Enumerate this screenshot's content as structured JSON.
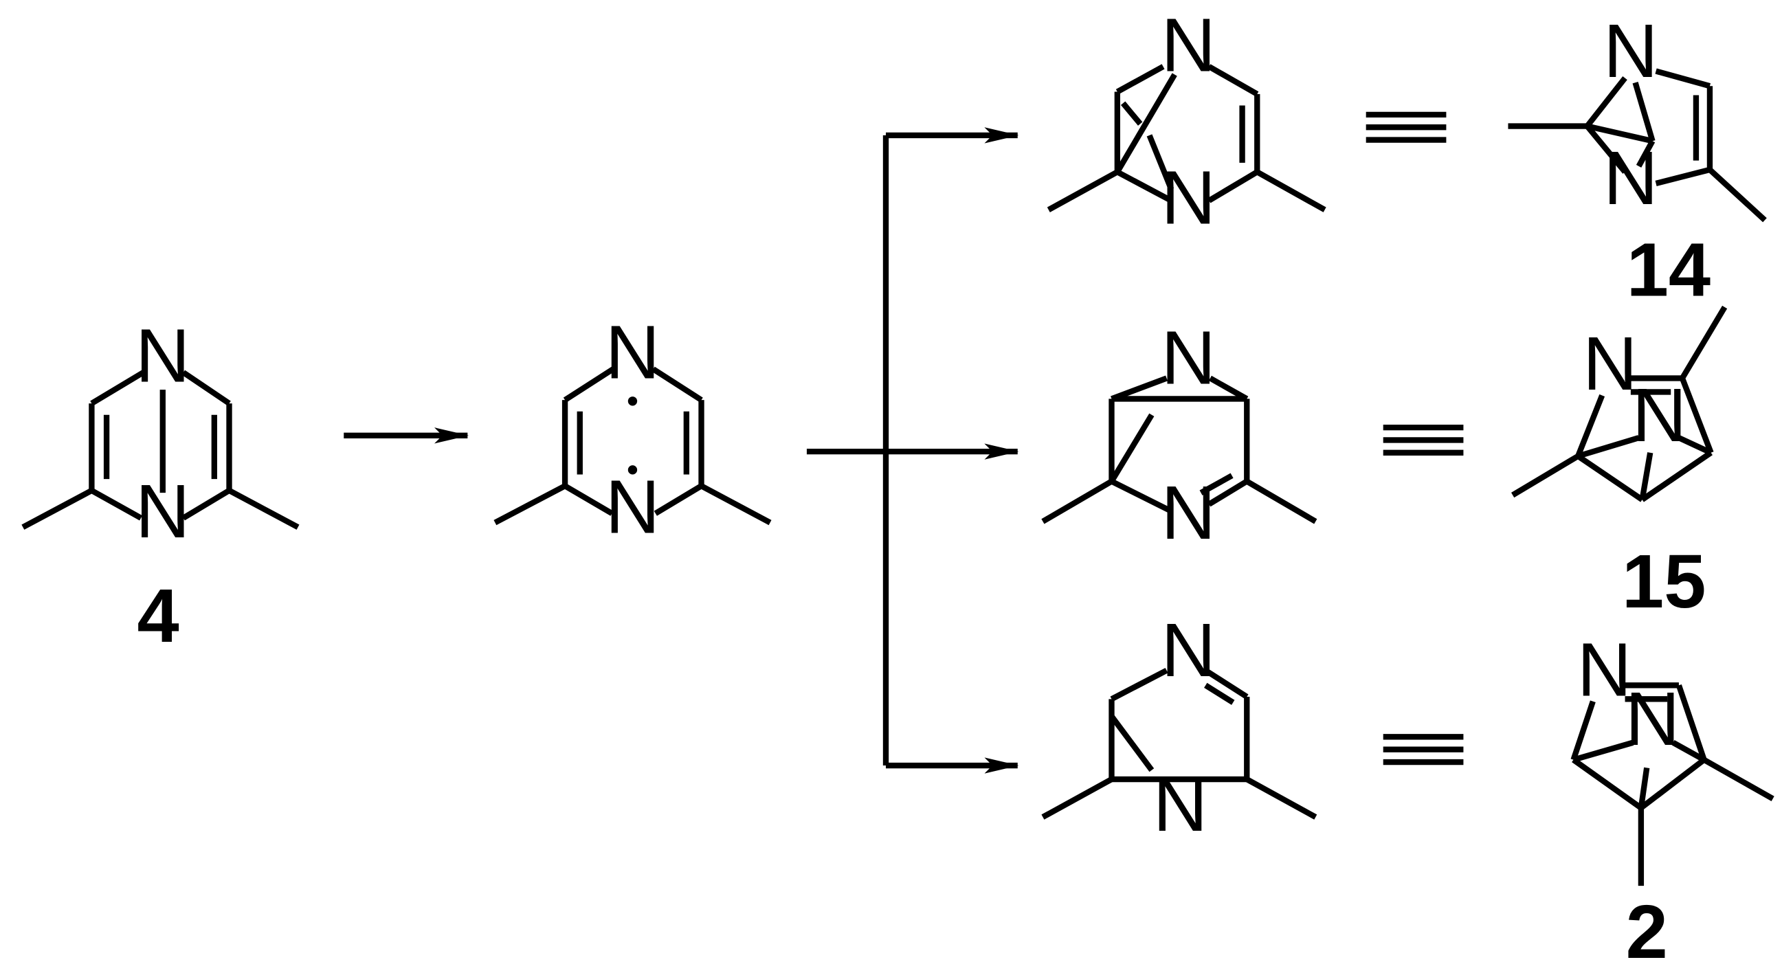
{
  "atoms": {
    "nitrogen": "N"
  },
  "compounds": {
    "start": "4",
    "top_product": "14",
    "middle_product": "15",
    "bottom_product": "2"
  },
  "equivalence_symbol": "≡"
}
